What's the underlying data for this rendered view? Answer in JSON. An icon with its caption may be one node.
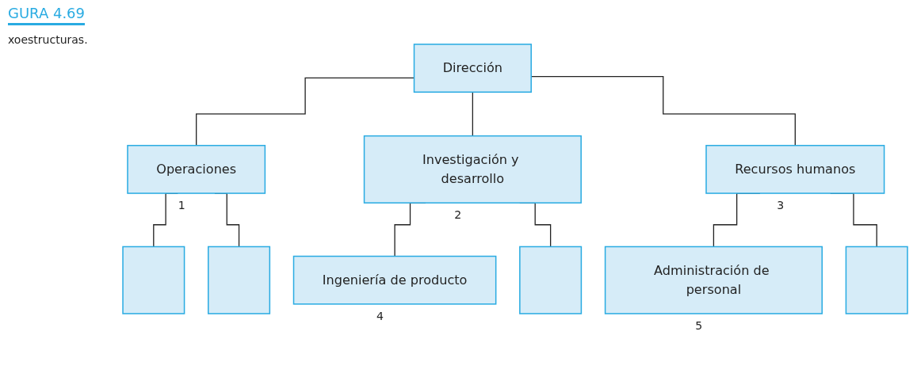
{
  "diagram": {
    "title": "GURA 4.69",
    "caption": "xoestructuras.",
    "nodes": [
      {
        "text": [
          "Dirección"
        ]
      },
      {
        "text": [
          "Operaciones"
        ],
        "beside": [
          "1"
        ]
      },
      {
        "text": [
          "Investigación y desarrollo"
        ],
        "beside": [
          "2"
        ]
      },
      {
        "text": [
          "Recursos humanos"
        ],
        "beside": [
          "3"
        ]
      },
      {
        "text": [],
        "shape": "box"
      },
      {
        "text": [],
        "shape": "box"
      },
      {
        "text": [
          "Ingeniería de producto"
        ],
        "beside": [
          "4"
        ]
      },
      {
        "text": [],
        "shape": "box"
      },
      {
        "text": [
          "Administración de personal"
        ],
        "beside": [
          "5"
        ]
      },
      {
        "text": [],
        "shape": "box"
      }
    ],
    "edges": [
      {
        "from": 0,
        "to": 1,
        "arrow": "none"
      },
      {
        "from": 0,
        "to": 2,
        "arrow": "none"
      },
      {
        "from": 0,
        "to": 3,
        "arrow": "none"
      },
      {
        "from": 1,
        "to": 4,
        "arrow": "none"
      },
      {
        "from": 1,
        "to": 5,
        "arrow": "none"
      },
      {
        "from": 2,
        "to": 6,
        "arrow": "none"
      },
      {
        "from": 2,
        "to": 7,
        "arrow": "none"
      },
      {
        "from": 3,
        "to": 8,
        "arrow": "none"
      },
      {
        "from": 3,
        "to": 9,
        "arrow": "none"
      }
    ]
  }
}
